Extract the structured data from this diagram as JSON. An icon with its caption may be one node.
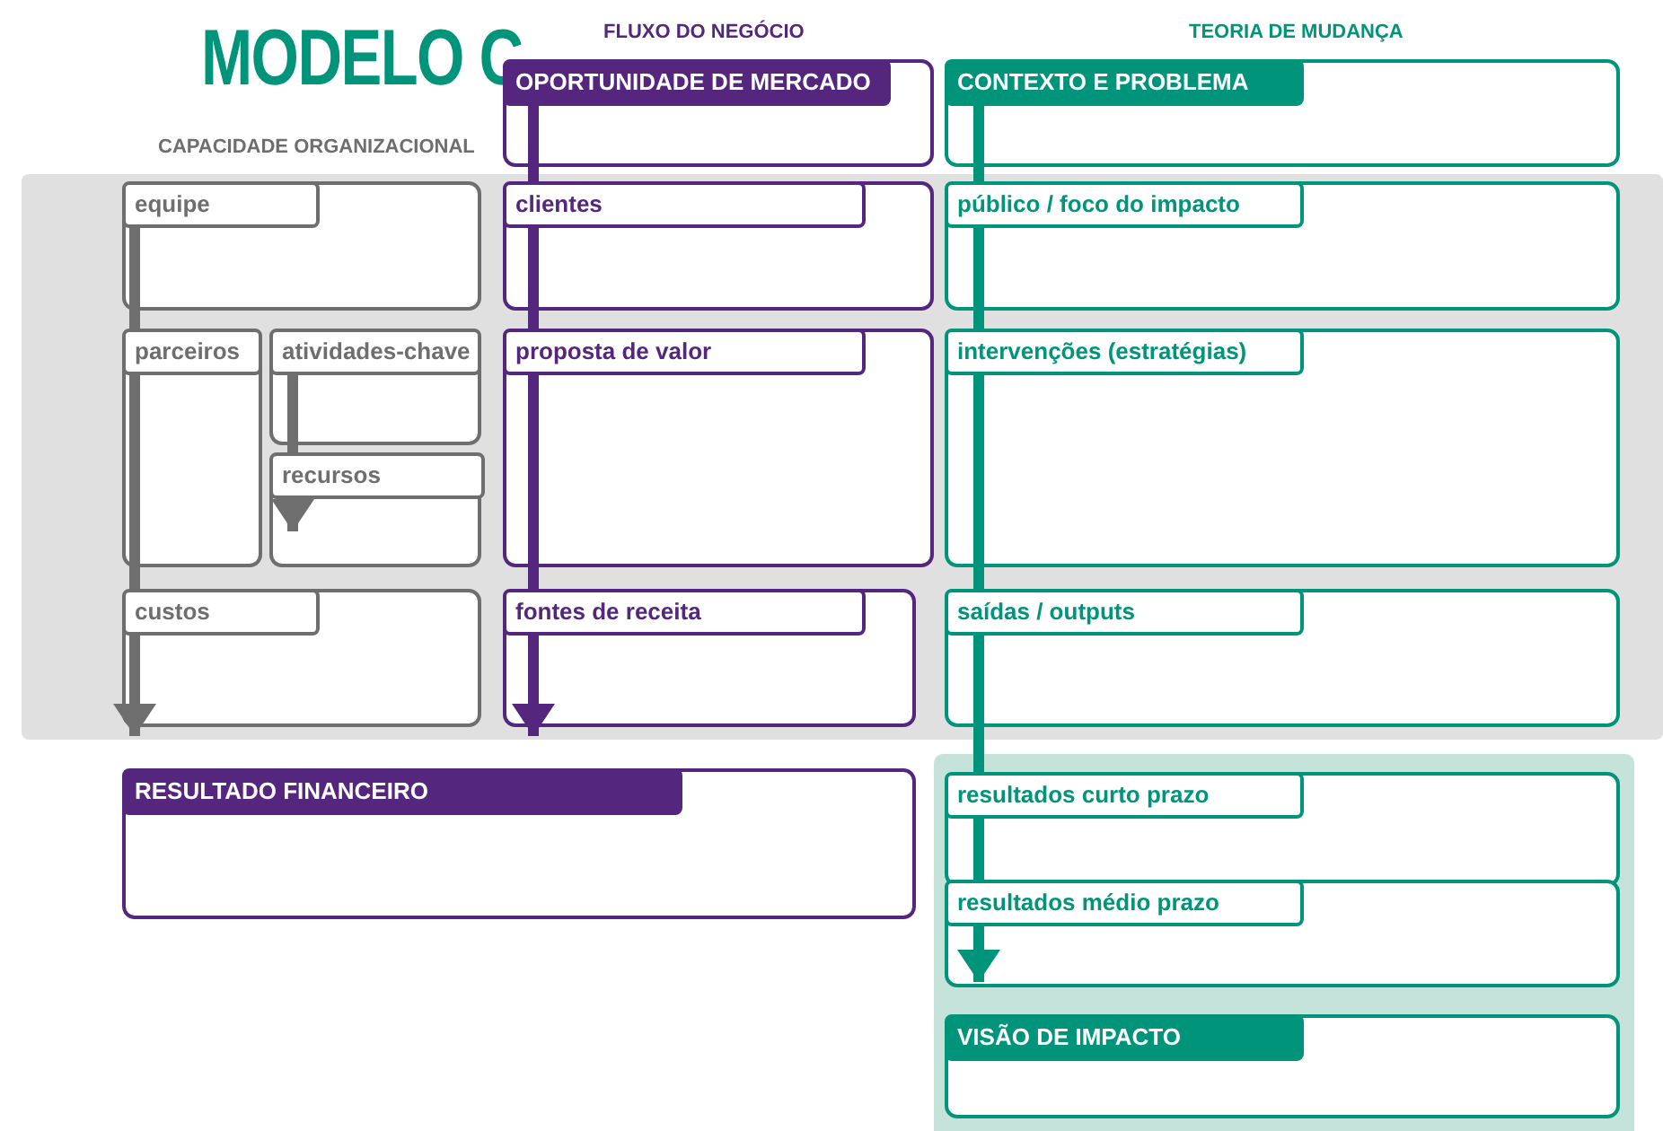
{
  "diagram": {
    "title": "MODELO C",
    "nodes": [
      {
        "text": [
          "OPORTUNIDADE DE MERCADO"
        ]
      },
      {
        "text": [
          "CONTEXTO E PROBLEMA"
        ]
      },
      {
        "text": [
          "equipe"
        ]
      },
      {
        "text": [
          "clientes"
        ]
      },
      {
        "text": [
          "público / foco do impacto"
        ]
      },
      {
        "text": [
          "parceiros"
        ]
      },
      {
        "text": [
          "atividades-chave"
        ]
      },
      {
        "text": [
          "proposta de valor"
        ]
      },
      {
        "text": [
          "intervenções (estratégias)"
        ]
      },
      {
        "text": [
          "recursos"
        ]
      },
      {
        "text": [
          "custos"
        ]
      },
      {
        "text": [
          "fontes de receita"
        ]
      },
      {
        "text": [
          "saídas / outputs"
        ]
      },
      {
        "text": [
          "RESULTADO FINANCEIRO"
        ]
      },
      {
        "text": [
          "resultados curto prazo"
        ]
      },
      {
        "text": [
          "resultados médio prazo"
        ]
      },
      {
        "text": [
          "VISÃO DE IMPACTO"
        ]
      }
    ],
    "edges": [
      {
        "from": 2,
        "to": 5,
        "arrow": "none",
        "color": "#6e6e6e"
      },
      {
        "from": 5,
        "to": 10,
        "arrow": "none",
        "color": "#6e6e6e"
      },
      {
        "from": 10,
        "to": 13,
        "arrow": "to",
        "color": "#6e6e6e"
      },
      {
        "from": 6,
        "to": 9,
        "arrow": "to",
        "color": "#6e6e6e"
      },
      {
        "from": 0,
        "to": 3,
        "arrow": "none",
        "color": "#54267e"
      },
      {
        "from": 3,
        "to": 7,
        "arrow": "none",
        "color": "#54267e"
      },
      {
        "from": 7,
        "to": 11,
        "arrow": "none",
        "color": "#54267e"
      },
      {
        "from": 11,
        "to": 13,
        "arrow": "to",
        "color": "#54267e"
      },
      {
        "from": 1,
        "to": 4,
        "arrow": "none",
        "color": "#00957a"
      },
      {
        "from": 4,
        "to": 8,
        "arrow": "none",
        "color": "#00957a"
      },
      {
        "from": 8,
        "to": 12,
        "arrow": "none",
        "color": "#00957a"
      },
      {
        "from": 12,
        "to": 14,
        "arrow": "none",
        "color": "#00957a"
      },
      {
        "from": 14,
        "to": 15,
        "arrow": "none",
        "color": "#00957a"
      },
      {
        "from": 15,
        "to": 16,
        "arrow": "to",
        "color": "#00957a"
      }
    ],
    "labels": [
      "FLUXO DO NEGÓCIO",
      "TEORIA DE MUDANÇA",
      "CAPACIDADE ORGANIZACIONAL"
    ]
  }
}
